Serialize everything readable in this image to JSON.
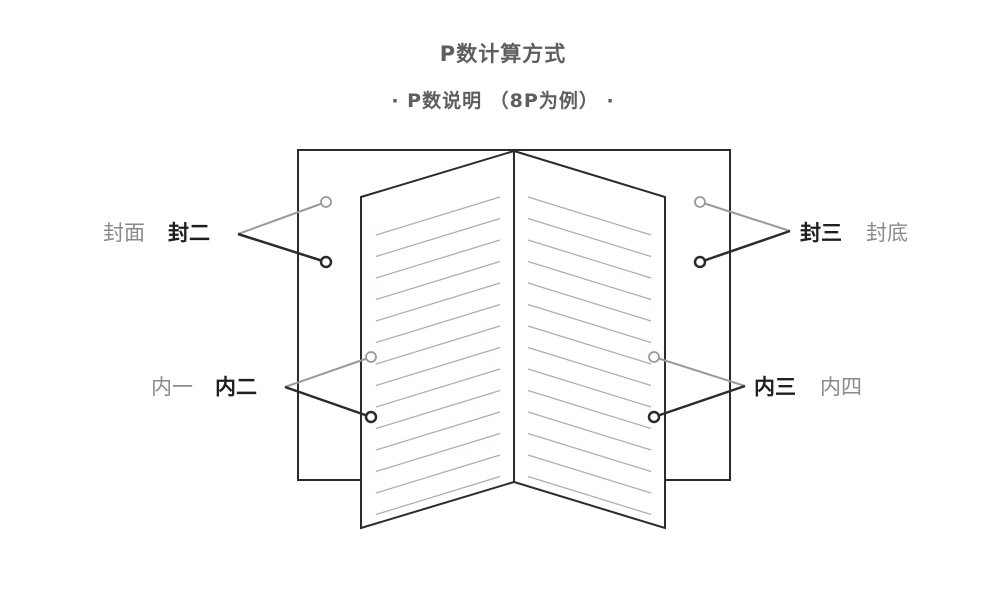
{
  "title": "P数计算方式",
  "subtitle": "· P数说明 （8P为例） ·",
  "labels": {
    "front_cover": "封面",
    "inside_front_cover": "封二",
    "inside_back_cover": "封三",
    "back_cover": "封底",
    "inner_page_1": "内一",
    "inner_page_2": "内二",
    "inner_page_3": "内三",
    "inner_page_4": "内四"
  },
  "colors": {
    "light_text": "#8a8a8a",
    "dark_text": "#1f1f1f",
    "outline": "#2b2b2b",
    "light_connector": "#9a9a9a",
    "page_rule": "#b9a5b1"
  }
}
